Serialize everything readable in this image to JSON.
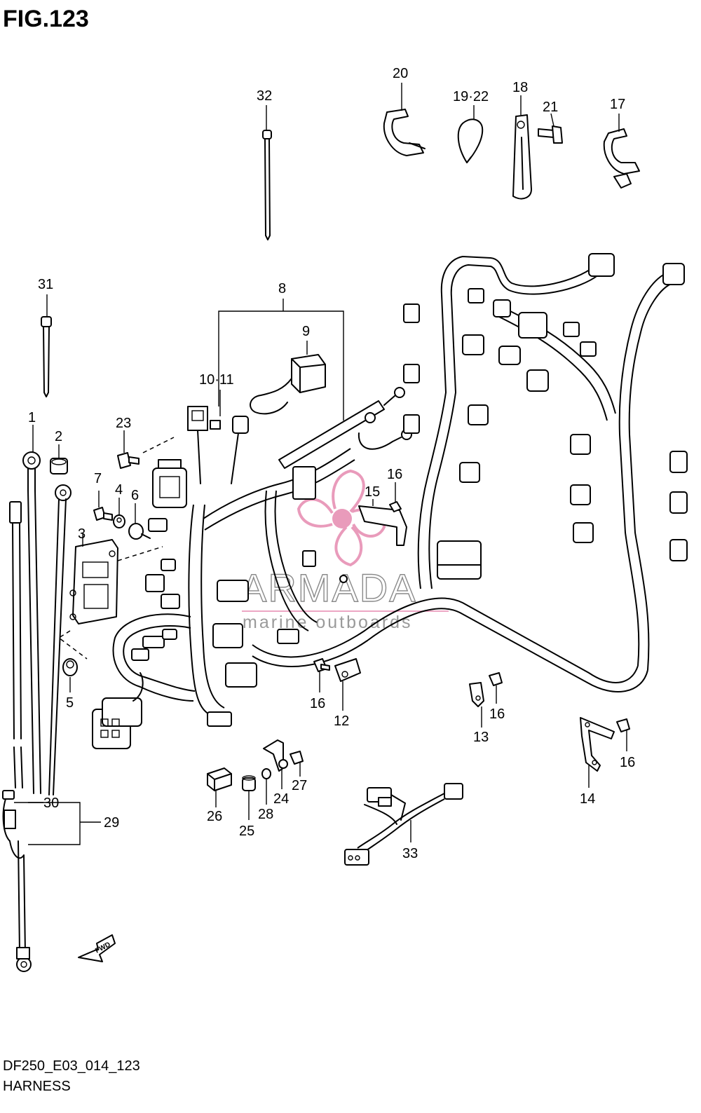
{
  "figure": {
    "title": "FIG.123",
    "code": "DF250_E03_014_123",
    "name": "HARNESS"
  },
  "watermark": {
    "brand": "ARMADA",
    "tagline": "marine outboards",
    "logo_color": "#e68ab0"
  },
  "callouts": [
    {
      "id": "c1",
      "label": "1"
    },
    {
      "id": "c2",
      "label": "2"
    },
    {
      "id": "c3",
      "label": "3"
    },
    {
      "id": "c4",
      "label": "4"
    },
    {
      "id": "c5",
      "label": "5"
    },
    {
      "id": "c6",
      "label": "6"
    },
    {
      "id": "c7",
      "label": "7"
    },
    {
      "id": "c8",
      "label": "8"
    },
    {
      "id": "c9",
      "label": "9"
    },
    {
      "id": "c10",
      "label": "10·11"
    },
    {
      "id": "c12",
      "label": "12"
    },
    {
      "id": "c13",
      "label": "13"
    },
    {
      "id": "c14",
      "label": "14"
    },
    {
      "id": "c15",
      "label": "15"
    },
    {
      "id": "c16a",
      "label": "16"
    },
    {
      "id": "c16b",
      "label": "16"
    },
    {
      "id": "c16c",
      "label": "16"
    },
    {
      "id": "c16d",
      "label": "16"
    },
    {
      "id": "c17",
      "label": "17"
    },
    {
      "id": "c18",
      "label": "18"
    },
    {
      "id": "c19",
      "label": "19·22"
    },
    {
      "id": "c20",
      "label": "20"
    },
    {
      "id": "c21",
      "label": "21"
    },
    {
      "id": "c23",
      "label": "23"
    },
    {
      "id": "c24",
      "label": "24"
    },
    {
      "id": "c25",
      "label": "25"
    },
    {
      "id": "c26",
      "label": "26"
    },
    {
      "id": "c27",
      "label": "27"
    },
    {
      "id": "c28",
      "label": "28"
    },
    {
      "id": "c29",
      "label": "29"
    },
    {
      "id": "c30",
      "label": "30"
    },
    {
      "id": "c31",
      "label": "31"
    },
    {
      "id": "c32",
      "label": "32"
    },
    {
      "id": "c33",
      "label": "33"
    }
  ],
  "icons": {
    "fwd_arrow": "fwd-arrow-icon",
    "fwd_text": "FWD"
  }
}
